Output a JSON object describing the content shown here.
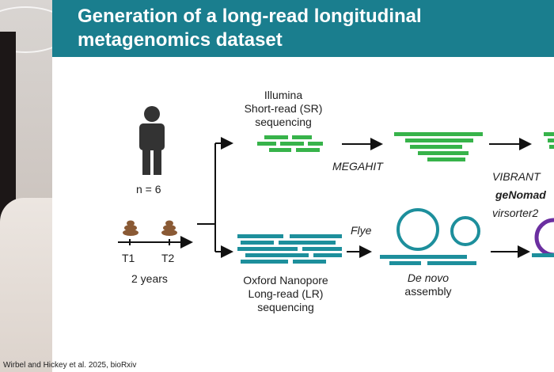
{
  "slide": {
    "title": "Generation of a long-read longitudinal metagenomics dataset",
    "citation": "Wirbel and Hickey et al. 2025, bioRxiv",
    "subjects": "n = 6",
    "timepoints": [
      "T1",
      "T2"
    ],
    "duration": "2 years",
    "illumina_label": [
      "Illumina",
      "Short-read (SR)",
      "sequencing"
    ],
    "nanopore_label": [
      "Oxford Nanopore",
      "Long-read (LR)",
      "sequencing"
    ],
    "tools": {
      "sr_assembler": "MEGAHIT",
      "lr_assembler": "Flye",
      "viral_1": "VIBRANT",
      "viral_2": "geNomad",
      "viral_3": "virsorter2"
    },
    "denovo_label": [
      "De novo",
      "assembly"
    ]
  },
  "colors": {
    "header": "#1a7e8e",
    "short_read_green": "#37b34a",
    "long_read_teal": "#1d8f9c",
    "viral_purple": "#6b2fa0"
  },
  "icons": [
    "person-icon",
    "stool-icon",
    "arrow-icon",
    "circular-contig-icon"
  ]
}
